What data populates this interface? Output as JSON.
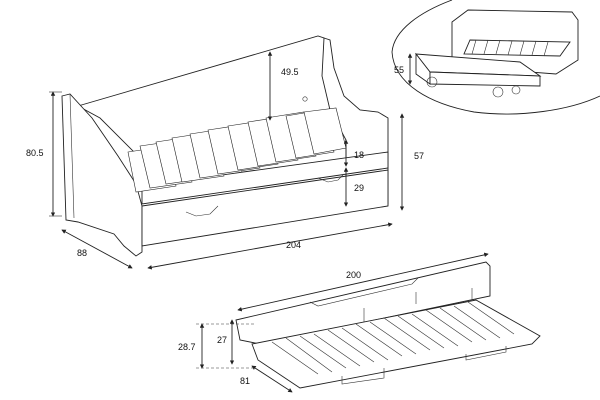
{
  "dimensions": {
    "total_height": "80.5",
    "backrest_height": "49.5",
    "mattress_height": "18",
    "drawer_height": "29",
    "side_height": "57",
    "depth": "88",
    "length": "204",
    "inset_height": "55",
    "trundle_length": "200",
    "trundle_height_outer": "28.7",
    "trundle_height_inner": "27",
    "trundle_width": "81"
  },
  "colors": {
    "line": "#222222",
    "background": "#ffffff"
  }
}
